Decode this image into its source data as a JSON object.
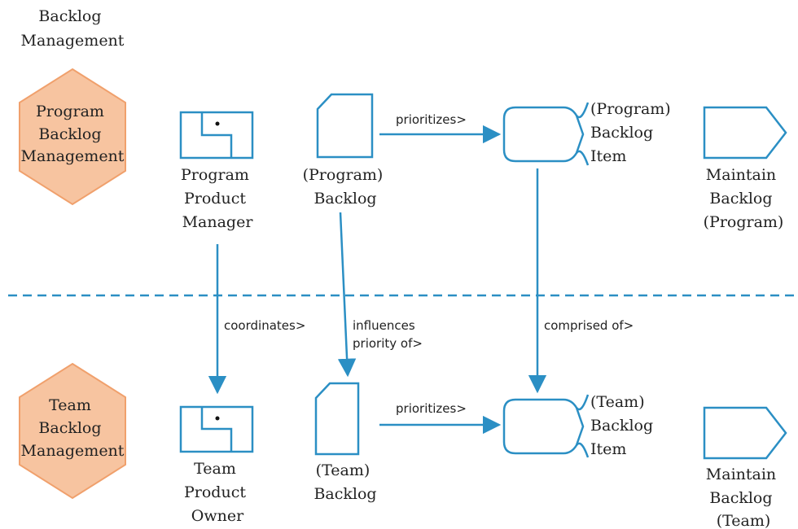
{
  "diagram": {
    "title": [
      "Backlog",
      "Management"
    ],
    "colors": {
      "stroke": "#2b8fc4",
      "hexagon_fill": "#f7c4a0",
      "hexagon_stroke": "#f0a06c",
      "text": "#222222"
    },
    "program": {
      "area": [
        "Program",
        "Backlog",
        "Management"
      ],
      "role": [
        "Program",
        "Product",
        "Manager"
      ],
      "backlog": [
        "(Program)",
        "Backlog"
      ],
      "item": [
        "(Program)",
        "Backlog",
        "Item"
      ],
      "process": [
        "Maintain",
        "Backlog",
        "(Program)"
      ],
      "prioritizes": "prioritizes>"
    },
    "team": {
      "area": [
        "Team",
        "Backlog",
        "Management"
      ],
      "role": [
        "Team",
        "Product",
        "Owner"
      ],
      "backlog": [
        "(Team)",
        "Backlog"
      ],
      "item": [
        "(Team)",
        "Backlog",
        "Item"
      ],
      "process": [
        "Maintain",
        "Backlog",
        "(Team)"
      ],
      "prioritizes": "prioritizes>"
    },
    "relations": {
      "coordinates": "coordinates>",
      "influences": [
        "influences",
        "priority of>"
      ],
      "comprised": "comprised of>"
    }
  }
}
